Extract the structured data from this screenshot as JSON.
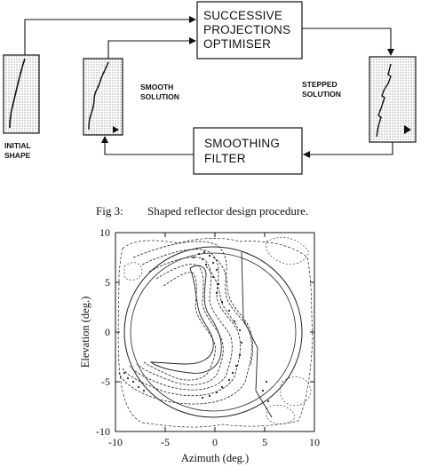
{
  "diagram": {
    "blocks": {
      "optimiser": [
        "SUCCESSIVE",
        "PROJECTIONS",
        "OPTIMISER"
      ],
      "filter": [
        "SMOOTHING",
        "FILTER"
      ]
    },
    "labels": {
      "initial": [
        "INITIAL",
        "SHAPE"
      ],
      "smooth": [
        "SMOOTH",
        "SOLUTION"
      ],
      "stepped": [
        "STEPPED",
        "SOLUTION"
      ]
    }
  },
  "caption": {
    "number": "Fig 3:",
    "text": "Shaped reflector design procedure."
  },
  "chart_data": {
    "type": "contour",
    "xlabel": "Azimuth (deg.)",
    "ylabel": "Elevation (deg.)",
    "xlim": [
      -10,
      10
    ],
    "ylim": [
      -10,
      10
    ],
    "xticks": [
      -10,
      -5,
      0,
      5,
      10
    ],
    "yticks": [
      -10,
      -5,
      0,
      5,
      10
    ],
    "grid": false
  }
}
